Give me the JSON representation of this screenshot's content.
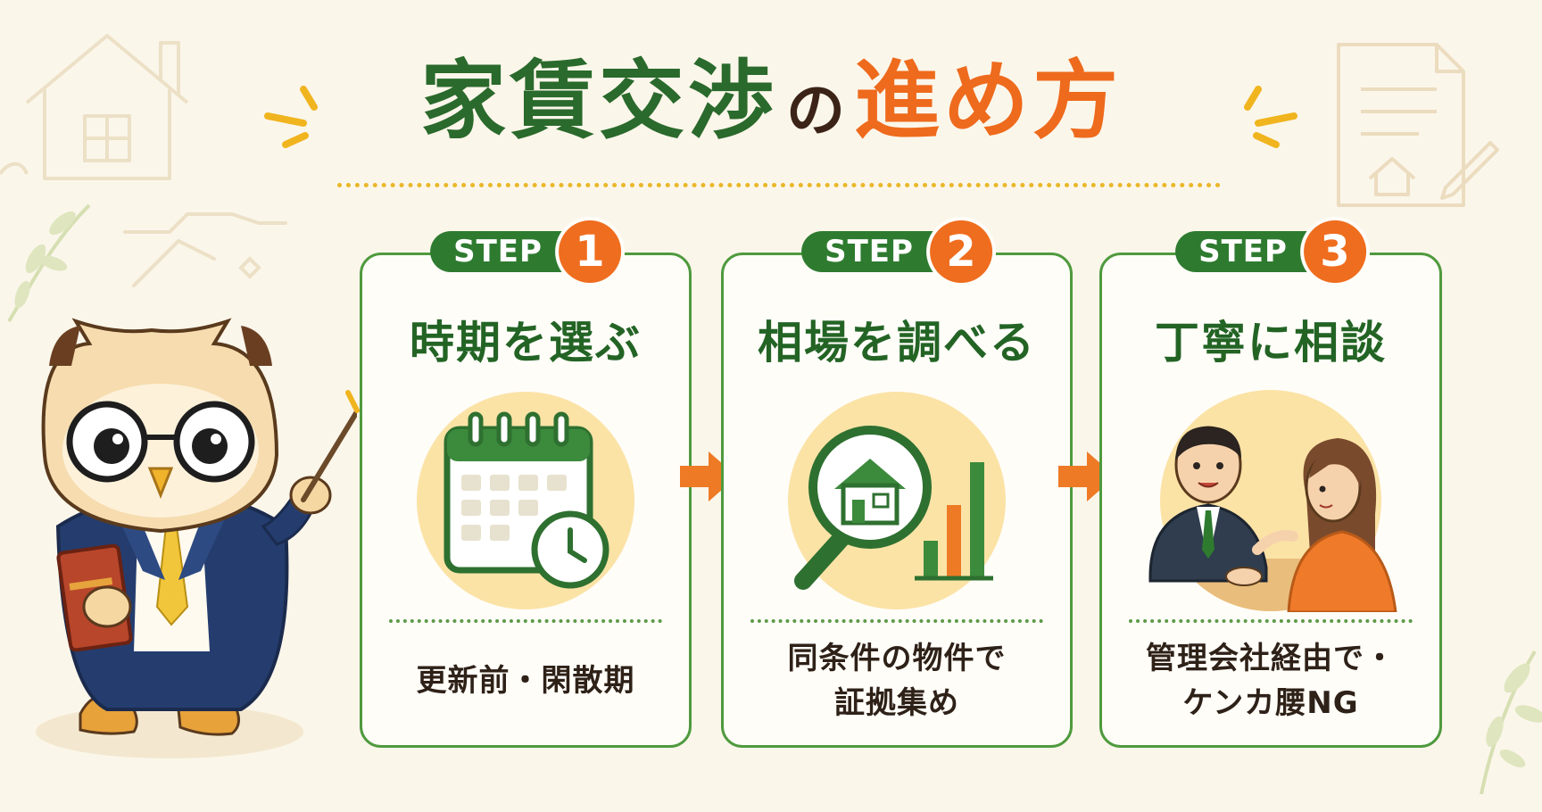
{
  "title": {
    "main": "家賃交渉",
    "particle": "の",
    "accent": "進め方"
  },
  "steps": [
    {
      "tag": "STEP",
      "number": "1",
      "heading": "時期を選ぶ",
      "illustration": "calendar-clock-icon",
      "desc_lines": [
        "更新前・閑散期"
      ]
    },
    {
      "tag": "STEP",
      "number": "2",
      "heading": "相場を調べる",
      "illustration": "magnifier-house-chart-icon",
      "desc_lines": [
        "同条件の物件で",
        "証拠集め"
      ]
    },
    {
      "tag": "STEP",
      "number": "3",
      "heading": "丁寧に相談",
      "illustration": "consultation-people-icon",
      "desc_lines": [
        "管理会社経由で・",
        "ケンカ腰NG"
      ]
    }
  ],
  "colors": {
    "background": "#fbf6ea",
    "green": "#2e7b30",
    "orange": "#ef6d1e",
    "card_border": "#4f9a3e",
    "yellow_circle": "#fbe3a6"
  },
  "decorations": [
    "owl-mascot-teacher",
    "house-outline-icon",
    "document-pencil-icon",
    "leaf-branch-icon"
  ]
}
